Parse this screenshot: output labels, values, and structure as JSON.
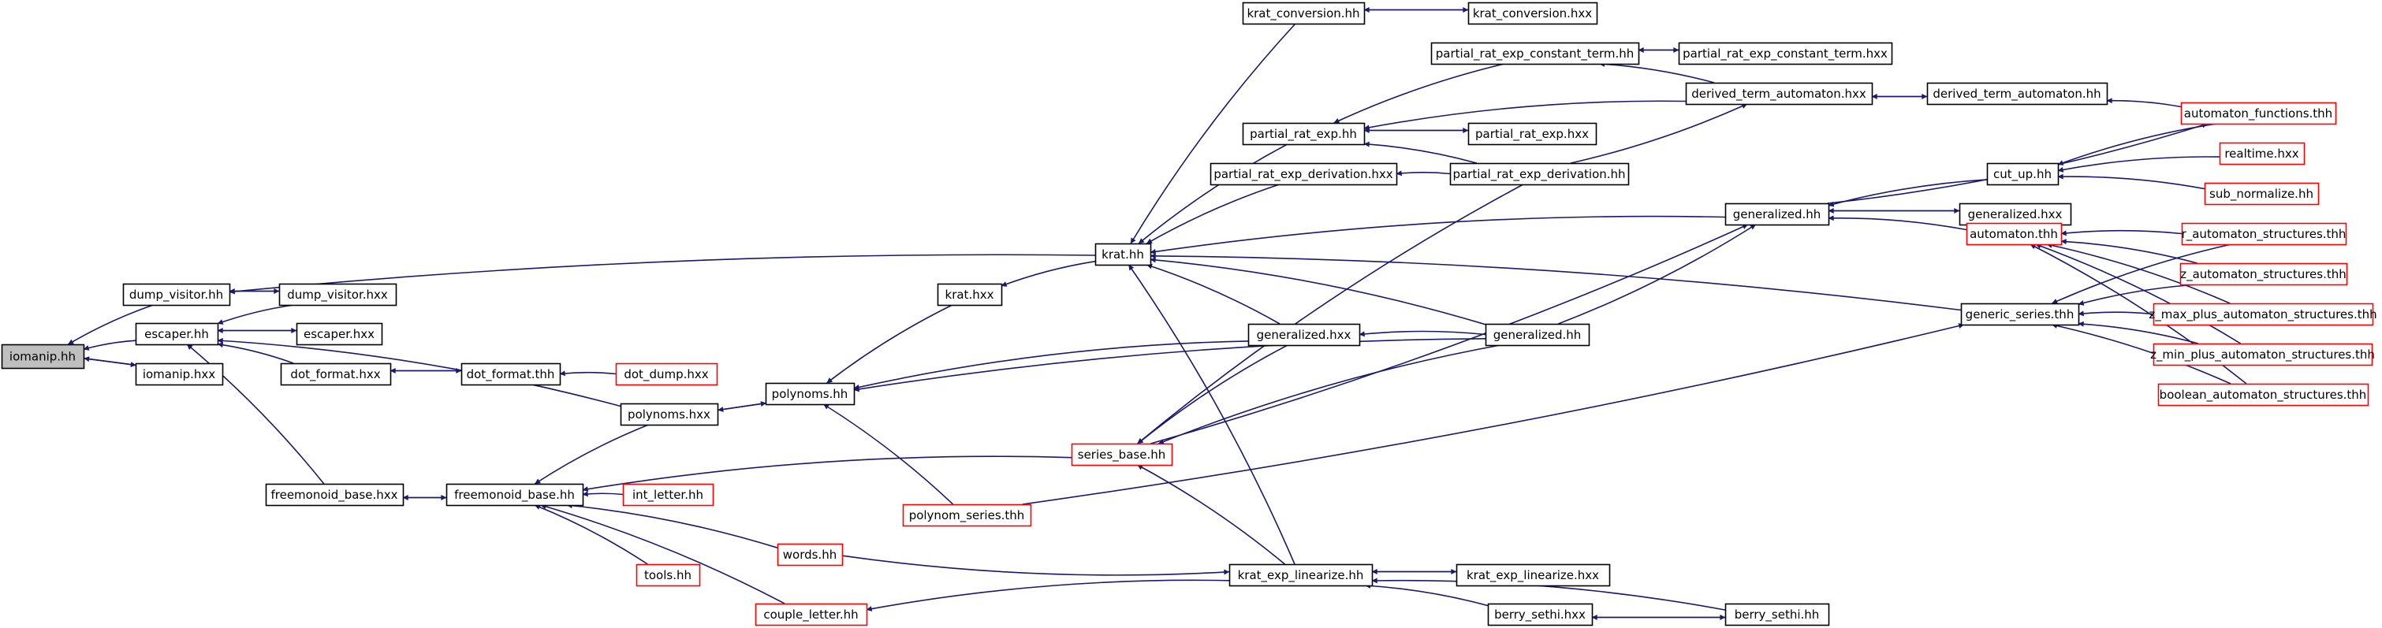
{
  "colors": {
    "edge": "#191970",
    "normal_border": "#000000",
    "truncated_border": "#ff0000",
    "focus_fill": "#bfbfbf",
    "node_fill": "#ffffff"
  },
  "nodes": [
    {
      "id": "iomanip_hh",
      "label": "iomanip.hh",
      "style": "focus"
    },
    {
      "id": "dump_visitor_hh",
      "label": "dump_visitor.hh",
      "style": "normal"
    },
    {
      "id": "escaper_hh",
      "label": "escaper.hh",
      "style": "normal"
    },
    {
      "id": "iomanip_hxx",
      "label": "iomanip.hxx",
      "style": "normal"
    },
    {
      "id": "dump_visitor_hxx",
      "label": "dump_visitor.hxx",
      "style": "normal"
    },
    {
      "id": "escaper_hxx",
      "label": "escaper.hxx",
      "style": "normal"
    },
    {
      "id": "dot_format_hxx",
      "label": "dot_format.hxx",
      "style": "normal"
    },
    {
      "id": "dot_format_thh",
      "label": "dot_format.thh",
      "style": "normal"
    },
    {
      "id": "dot_dump_hxx",
      "label": "dot_dump.hxx",
      "style": "truncated"
    },
    {
      "id": "freemonoid_base_hxx",
      "label": "freemonoid_base.hxx",
      "style": "normal"
    },
    {
      "id": "freemonoid_base_hh",
      "label": "freemonoid_base.hh",
      "style": "normal"
    },
    {
      "id": "int_letter_hh",
      "label": "int_letter.hh",
      "style": "truncated"
    },
    {
      "id": "tools_hh",
      "label": "tools.hh",
      "style": "truncated"
    },
    {
      "id": "words_hh",
      "label": "words.hh",
      "style": "truncated"
    },
    {
      "id": "couple_letter_hh",
      "label": "couple_letter.hh",
      "style": "truncated"
    },
    {
      "id": "polynoms_hxx",
      "label": "polynoms.hxx",
      "style": "normal"
    },
    {
      "id": "polynoms_hh",
      "label": "polynoms.hh",
      "style": "normal"
    },
    {
      "id": "krat_hxx",
      "label": "krat.hxx",
      "style": "normal"
    },
    {
      "id": "polynom_series_thh",
      "label": "polynom_series.thh",
      "style": "truncated"
    },
    {
      "id": "series_base_hh",
      "label": "series_base.hh",
      "style": "truncated"
    },
    {
      "id": "krat_hh",
      "label": "krat.hh",
      "style": "normal"
    },
    {
      "id": "krat_conversion_hh",
      "label": "krat_conversion.hh",
      "style": "normal"
    },
    {
      "id": "krat_conversion_hxx",
      "label": "krat_conversion.hxx",
      "style": "normal"
    },
    {
      "id": "partial_rat_exp_constant_term_hh",
      "label": "partial_rat_exp_constant_term.hh",
      "style": "normal"
    },
    {
      "id": "partial_rat_exp_constant_term_hxx",
      "label": "partial_rat_exp_constant_term.hxx",
      "style": "normal"
    },
    {
      "id": "partial_rat_exp_hh",
      "label": "partial_rat_exp.hh",
      "style": "normal"
    },
    {
      "id": "partial_rat_exp_hxx",
      "label": "partial_rat_exp.hxx",
      "style": "normal"
    },
    {
      "id": "partial_rat_exp_derivation_hxx",
      "label": "partial_rat_exp_derivation.hxx",
      "style": "normal"
    },
    {
      "id": "partial_rat_exp_derivation_hh",
      "label": "partial_rat_exp_derivation.hh",
      "style": "normal"
    },
    {
      "id": "derived_term_automaton_hxx",
      "label": "derived_term_automaton.hxx",
      "style": "normal"
    },
    {
      "id": "derived_term_automaton_hh",
      "label": "derived_term_automaton.hh",
      "style": "normal"
    },
    {
      "id": "automaton_functions_thh",
      "label": "automaton_functions.thh",
      "style": "truncated"
    },
    {
      "id": "generalized_hxx",
      "label": "generalized.hxx",
      "style": "normal"
    },
    {
      "id": "generalized_hh",
      "label": "generalized.hh",
      "style": "normal"
    },
    {
      "id": "generalized_hh_top",
      "label": "generalized.hh",
      "style": "normal"
    },
    {
      "id": "generalized_hxx_top",
      "label": "generalized.hxx",
      "style": "normal"
    },
    {
      "id": "cut_up_hh",
      "label": "cut_up.hh",
      "style": "normal"
    },
    {
      "id": "realtime_hxx",
      "label": "realtime.hxx",
      "style": "truncated"
    },
    {
      "id": "sub_normalize_hh",
      "label": "sub_normalize.hh",
      "style": "truncated"
    },
    {
      "id": "automaton_thh",
      "label": "automaton.thh",
      "style": "truncated"
    },
    {
      "id": "generic_series_thh",
      "label": "generic_series.thh",
      "style": "normal"
    },
    {
      "id": "r_automaton_structures_thh",
      "label": "r_automaton_structures.thh",
      "style": "truncated"
    },
    {
      "id": "z_automaton_structures_thh",
      "label": "z_automaton_structures.thh",
      "style": "truncated"
    },
    {
      "id": "z_max_plus_automaton_structures_thh",
      "label": "z_max_plus_automaton_structures.thh",
      "style": "truncated"
    },
    {
      "id": "z_min_plus_automaton_structures_thh",
      "label": "z_min_plus_automaton_structures.thh",
      "style": "truncated"
    },
    {
      "id": "boolean_automaton_structures_thh",
      "label": "boolean_automaton_structures.thh",
      "style": "truncated"
    },
    {
      "id": "krat_exp_linearize_hh",
      "label": "krat_exp_linearize.hh",
      "style": "normal"
    },
    {
      "id": "krat_exp_linearize_hxx",
      "label": "krat_exp_linearize.hxx",
      "style": "normal"
    },
    {
      "id": "berry_sethi_hxx",
      "label": "berry_sethi.hxx",
      "style": "normal"
    },
    {
      "id": "berry_sethi_hh",
      "label": "berry_sethi.hh",
      "style": "normal"
    }
  ],
  "edges": [
    {
      "from": "dump_visitor_hh",
      "to": "iomanip_hh"
    },
    {
      "from": "escaper_hh",
      "to": "iomanip_hh"
    },
    {
      "from": "iomanip_hxx",
      "to": "iomanip_hh"
    },
    {
      "from": "iomanip_hh",
      "to": "iomanip_hxx"
    },
    {
      "from": "dump_visitor_hxx",
      "to": "dump_visitor_hh"
    },
    {
      "from": "dump_visitor_hh",
      "to": "dump_visitor_hxx"
    },
    {
      "from": "krat_hh",
      "to": "dump_visitor_hh"
    },
    {
      "from": "dump_visitor_hxx",
      "to": "escaper_hh"
    },
    {
      "from": "escaper_hxx",
      "to": "escaper_hh"
    },
    {
      "from": "escaper_hh",
      "to": "escaper_hxx"
    },
    {
      "from": "dot_format_hxx",
      "to": "escaper_hh"
    },
    {
      "from": "polynoms_hxx",
      "to": "escaper_hh"
    },
    {
      "from": "freemonoid_base_hxx",
      "to": "escaper_hh"
    },
    {
      "from": "dot_format_thh",
      "to": "dot_format_hxx"
    },
    {
      "from": "dot_format_hxx",
      "to": "dot_format_thh"
    },
    {
      "from": "dot_dump_hxx",
      "to": "dot_format_thh"
    },
    {
      "from": "freemonoid_base_hh",
      "to": "freemonoid_base_hxx"
    },
    {
      "from": "freemonoid_base_hxx",
      "to": "freemonoid_base_hh"
    },
    {
      "from": "int_letter_hh",
      "to": "freemonoid_base_hh"
    },
    {
      "from": "tools_hh",
      "to": "freemonoid_base_hh"
    },
    {
      "from": "words_hh",
      "to": "freemonoid_base_hh"
    },
    {
      "from": "couple_letter_hh",
      "to": "freemonoid_base_hh"
    },
    {
      "from": "polynoms_hxx",
      "to": "freemonoid_base_hh"
    },
    {
      "from": "series_base_hh",
      "to": "freemonoid_base_hh"
    },
    {
      "from": "polynoms_hh",
      "to": "polynoms_hxx"
    },
    {
      "from": "polynoms_hxx",
      "to": "polynoms_hh"
    },
    {
      "from": "krat_hxx",
      "to": "polynoms_hh"
    },
    {
      "from": "polynom_series_thh",
      "to": "polynoms_hh"
    },
    {
      "from": "generalized_hxx",
      "to": "polynoms_hh"
    },
    {
      "from": "generalized_hh",
      "to": "polynoms_hh"
    },
    {
      "from": "krat_hh",
      "to": "krat_hxx"
    },
    {
      "from": "krat_conversion_hh",
      "to": "krat_hh"
    },
    {
      "from": "partial_rat_exp_hh",
      "to": "krat_hh"
    },
    {
      "from": "partial_rat_exp_derivation_hxx",
      "to": "krat_hh"
    },
    {
      "from": "generalized_hh_top",
      "to": "krat_hh"
    },
    {
      "from": "generic_series_thh",
      "to": "krat_hh"
    },
    {
      "from": "generalized_hxx",
      "to": "krat_hh"
    },
    {
      "from": "generalized_hh",
      "to": "krat_hh"
    },
    {
      "from": "krat_exp_linearize_hh",
      "to": "krat_hh"
    },
    {
      "from": "krat_conversion_hxx",
      "to": "krat_conversion_hh"
    },
    {
      "from": "krat_conversion_hh",
      "to": "krat_conversion_hxx"
    },
    {
      "from": "partial_rat_exp_constant_term_hxx",
      "to": "partial_rat_exp_constant_term_hh"
    },
    {
      "from": "partial_rat_exp_constant_term_hh",
      "to": "partial_rat_exp_constant_term_hxx"
    },
    {
      "from": "derived_term_automaton_hxx",
      "to": "partial_rat_exp_constant_term_hh"
    },
    {
      "from": "partial_rat_exp_constant_term_hh",
      "to": "partial_rat_exp_hh"
    },
    {
      "from": "partial_rat_exp_hxx",
      "to": "partial_rat_exp_hh"
    },
    {
      "from": "partial_rat_exp_hh",
      "to": "partial_rat_exp_hxx"
    },
    {
      "from": "derived_term_automaton_hxx",
      "to": "partial_rat_exp_hh"
    },
    {
      "from": "partial_rat_exp_derivation_hh",
      "to": "partial_rat_exp_hh"
    },
    {
      "from": "partial_rat_exp_derivation_hh",
      "to": "partial_rat_exp_derivation_hxx"
    },
    {
      "from": "partial_rat_exp_derivation_hh",
      "to": "derived_term_automaton_hxx"
    },
    {
      "from": "derived_term_automaton_hh",
      "to": "derived_term_automaton_hxx"
    },
    {
      "from": "derived_term_automaton_hxx",
      "to": "derived_term_automaton_hh"
    },
    {
      "from": "automaton_functions_thh",
      "to": "derived_term_automaton_hh"
    },
    {
      "from": "generalized_hh_top",
      "to": "automaton_functions_thh"
    },
    {
      "from": "cut_up_hh",
      "to": "generalized_hh_top"
    },
    {
      "from": "generalized_hxx_top",
      "to": "generalized_hh_top"
    },
    {
      "from": "generalized_hh_top",
      "to": "generalized_hxx_top"
    },
    {
      "from": "automaton_thh",
      "to": "generalized_hh_top"
    },
    {
      "from": "generalized_hh",
      "to": "generalized_hh_top"
    },
    {
      "from": "series_base_hh",
      "to": "generalized_hh_top"
    },
    {
      "from": "automaton_functions_thh",
      "to": "cut_up_hh"
    },
    {
      "from": "realtime_hxx",
      "to": "cut_up_hh"
    },
    {
      "from": "sub_normalize_hh",
      "to": "cut_up_hh"
    },
    {
      "from": "r_automaton_structures_thh",
      "to": "automaton_thh"
    },
    {
      "from": "z_automaton_structures_thh",
      "to": "automaton_thh"
    },
    {
      "from": "z_max_plus_automaton_structures_thh",
      "to": "automaton_thh"
    },
    {
      "from": "z_min_plus_automaton_structures_thh",
      "to": "automaton_thh"
    },
    {
      "from": "boolean_automaton_structures_thh",
      "to": "automaton_thh"
    },
    {
      "from": "r_automaton_structures_thh",
      "to": "generic_series_thh"
    },
    {
      "from": "z_automaton_structures_thh",
      "to": "generic_series_thh"
    },
    {
      "from": "z_max_plus_automaton_structures_thh",
      "to": "generic_series_thh"
    },
    {
      "from": "z_min_plus_automaton_structures_thh",
      "to": "generic_series_thh"
    },
    {
      "from": "boolean_automaton_structures_thh",
      "to": "generic_series_thh"
    },
    {
      "from": "polynom_series_thh",
      "to": "generic_series_thh"
    },
    {
      "from": "generalized_hh",
      "to": "generalized_hxx"
    },
    {
      "from": "generalized_hxx",
      "to": "series_base_hh"
    },
    {
      "from": "generalized_hh",
      "to": "series_base_hh"
    },
    {
      "from": "partial_rat_exp_derivation_hh",
      "to": "series_base_hh"
    },
    {
      "from": "krat_exp_linearize_hh",
      "to": "series_base_hh"
    },
    {
      "from": "words_hh",
      "to": "krat_exp_linearize_hh"
    },
    {
      "from": "krat_exp_linearize_hh",
      "to": "couple_letter_hh"
    },
    {
      "from": "krat_exp_linearize_hxx",
      "to": "krat_exp_linearize_hh"
    },
    {
      "from": "krat_exp_linearize_hh",
      "to": "krat_exp_linearize_hxx"
    },
    {
      "from": "berry_sethi_hxx",
      "to": "krat_exp_linearize_hh"
    },
    {
      "from": "berry_sethi_hh",
      "to": "krat_exp_linearize_hh"
    },
    {
      "from": "berry_sethi_hh",
      "to": "berry_sethi_hxx"
    },
    {
      "from": "berry_sethi_hxx",
      "to": "berry_sethi_hh"
    }
  ]
}
